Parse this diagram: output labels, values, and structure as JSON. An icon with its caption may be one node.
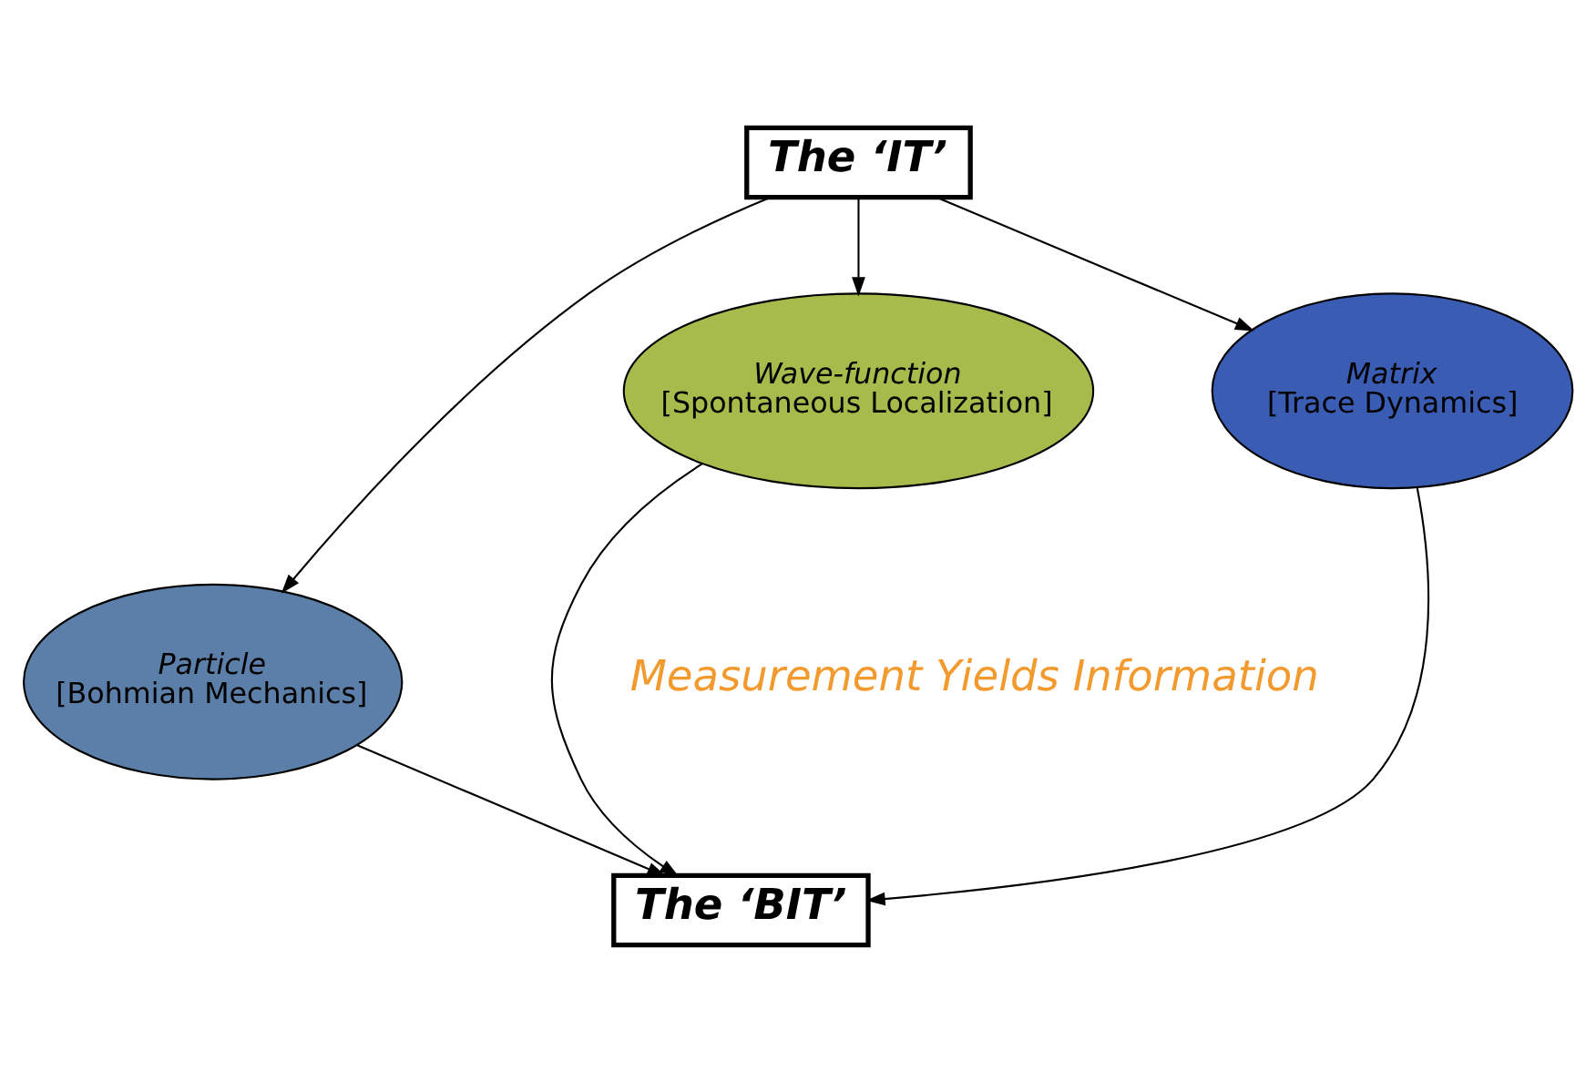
{
  "diagram": {
    "nodes": [
      {
        "text": [
          "The ‘IT’"
        ]
      },
      {
        "text": [
          "Particle",
          "[Bohmian Mechanics]"
        ]
      },
      {
        "text": [
          "Wave-function",
          "[Spontaneous Localization]"
        ]
      },
      {
        "text": [
          "Matrix",
          "[Trace Dynamics]"
        ]
      },
      {
        "text": [
          "The ‘BIT’"
        ]
      }
    ],
    "edges": [
      {
        "from": 0,
        "to": 1,
        "arrow": "to"
      },
      {
        "from": 0,
        "to": 2,
        "arrow": "to"
      },
      {
        "from": 0,
        "to": 3,
        "arrow": "to"
      },
      {
        "from": 1,
        "to": 4,
        "arrow": "to"
      },
      {
        "from": 2,
        "to": 4,
        "arrow": "to"
      },
      {
        "from": 3,
        "to": 4,
        "arrow": "to"
      }
    ],
    "labels": [
      "Measurement Yields Information"
    ]
  }
}
